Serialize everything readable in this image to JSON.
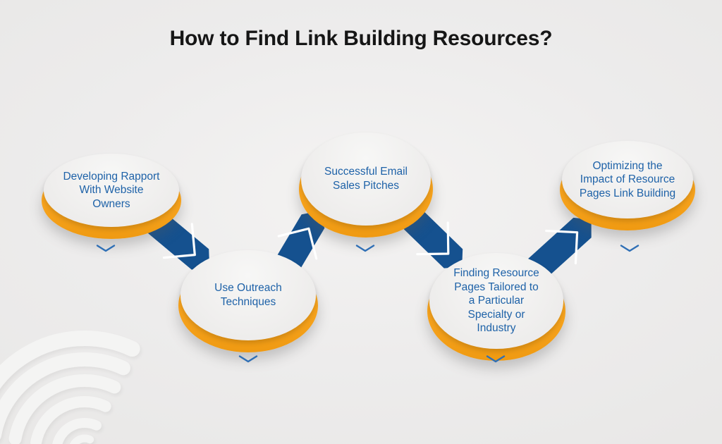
{
  "title": "How to Find Link Building Resources?",
  "steps": [
    {
      "id": 1,
      "label": [
        "Developing Rapport",
        "With Website",
        "Owners"
      ]
    },
    {
      "id": 2,
      "label": [
        "Use Outreach",
        "Techniques"
      ]
    },
    {
      "id": 3,
      "label": [
        "Successful Email",
        "Sales Pitches"
      ]
    },
    {
      "id": 4,
      "label": [
        "Finding Resource",
        "Pages Tailored to",
        "a Particular",
        "Specialty or",
        "Industry"
      ]
    },
    {
      "id": 5,
      "label": [
        "Optimizing the",
        "Impact of Resource",
        "Pages Link Building"
      ]
    }
  ],
  "connections": [
    {
      "from": 1,
      "to": 2
    },
    {
      "from": 2,
      "to": 3
    },
    {
      "from": 3,
      "to": 4
    },
    {
      "from": 4,
      "to": 5
    }
  ],
  "colors": {
    "background": "#edecec",
    "title_text": "#161616",
    "disk_rim_orange": "#F6A21C",
    "disk_face_gray": "#F1F0EF",
    "ribbon_blue": "#15518F",
    "ribbon_chevron_white": "#FFFFFF",
    "label_blue": "#1E62A8",
    "down_chevron_blue": "#2F6FB5",
    "watermark_gray": "#F4F4F3"
  },
  "icons": {
    "ribbon_arrow": "flow-arrow-chevron",
    "below_node": "down-chevron",
    "watermark": "globe-swirl"
  }
}
